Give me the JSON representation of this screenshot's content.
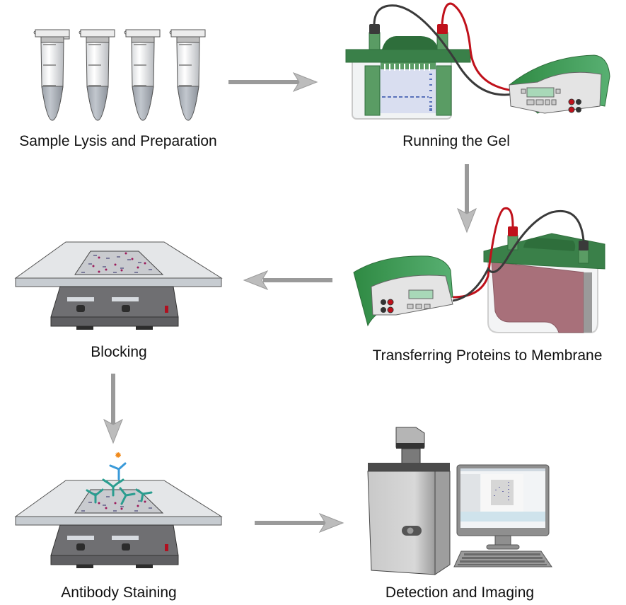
{
  "title": "Western Blot Workflow",
  "steps": [
    {
      "id": "sample-lysis",
      "label": "Sample Lysis and Preparation"
    },
    {
      "id": "running-gel",
      "label": "Running the Gel"
    },
    {
      "id": "transfer",
      "label": "Transferring Proteins to Membrane"
    },
    {
      "id": "blocking",
      "label": "Blocking"
    },
    {
      "id": "antibody-staining",
      "label": "Antibody Staining"
    },
    {
      "id": "detection",
      "label": "Detection and Imaging"
    }
  ],
  "flow": [
    {
      "from": "sample-lysis",
      "to": "running-gel",
      "direction": "right"
    },
    {
      "from": "running-gel",
      "to": "transfer",
      "direction": "down"
    },
    {
      "from": "transfer",
      "to": "blocking",
      "direction": "left"
    },
    {
      "from": "blocking",
      "to": "antibody-staining",
      "direction": "down"
    },
    {
      "from": "antibody-staining",
      "to": "detection",
      "direction": "right"
    }
  ],
  "colors": {
    "arrow": "#9a9a9a",
    "arrow_head_light": "#cfcfcf",
    "equipment_green": "#3f8f4f",
    "equipment_green_dark": "#2e6e3b",
    "lead_red": "#c0111b",
    "lead_black": "#3a3a3a",
    "gel_blue": "#2f4fa8",
    "membrane_pink": "#a8707a",
    "primary_antibody": "#2a9d8f",
    "secondary_antibody": "#3a9ad9",
    "tag_orange": "#f08a1c"
  }
}
